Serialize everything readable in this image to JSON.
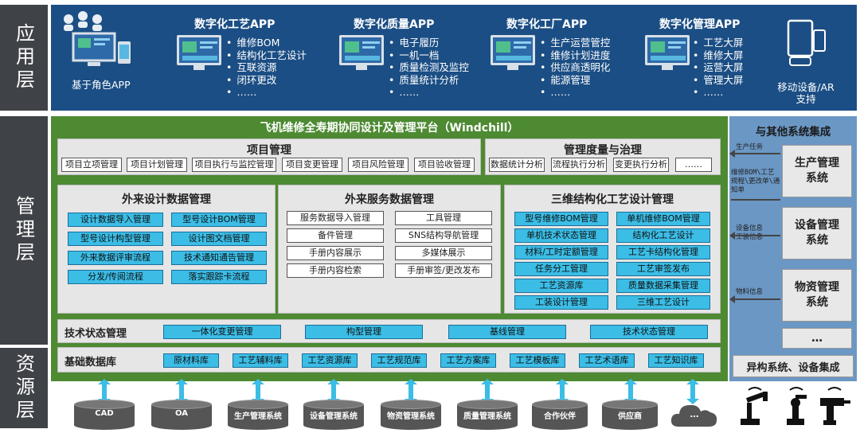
{
  "layers": {
    "app": "应用层",
    "mgmt": "管理层",
    "res": "资源层"
  },
  "apps": [
    {
      "title": "数字化工艺APP",
      "items": [
        "维修BOM",
        "结构化工艺设计",
        "互联资源",
        "闭环更改",
        "……"
      ]
    },
    {
      "title": "数字化质量APP",
      "items": [
        "电子履历",
        "一机一档",
        "质量检测及监控",
        "质量统计分析",
        "……"
      ]
    },
    {
      "title": "数字化工厂APP",
      "items": [
        "生产运营管控",
        "维修计划进度",
        "供应商透明化",
        "能源管理",
        "……"
      ]
    },
    {
      "title": "数字化管理APP",
      "items": [
        "工艺大屏",
        "维修大屏",
        "运营大屏",
        "管理大屏",
        "……"
      ]
    }
  ],
  "role_app": "基于角色APP",
  "mobile": "移动设备/AR\n支持",
  "platform_title": "飞机维修全寿期协同设计及管理平台（Windchill）",
  "project": {
    "title": "项目管理",
    "items": [
      "项目立项管理",
      "项目计划管理",
      "项目执行与监控管理",
      "项目变更管理",
      "项目风险管理",
      "项目验收管理"
    ]
  },
  "governance": {
    "title": "管理度量与治理",
    "items": [
      "数据统计分析",
      "流程执行分析",
      "变更执行分析",
      "……"
    ]
  },
  "ext_design": {
    "title": "外来设计数据管理",
    "items": [
      "设计数据导入管理",
      "型号设计BOM管理",
      "型号设计构型管理",
      "设计图文档管理",
      "外来数据评审流程",
      "技术通知通告管理",
      "分发/传阅流程",
      "落实跟踪卡流程"
    ]
  },
  "ext_service": {
    "title": "外来服务数据管理",
    "items": [
      "服务数据导入管理",
      "工具管理",
      "备件管理",
      "SNS结构导航管理",
      "手册内容展示",
      "多媒体展示",
      "手册内容检索",
      "手册审签/更改发布"
    ]
  },
  "process3d": {
    "title": "三维结构化工艺设计管理",
    "items": [
      "型号维修BOM管理",
      "单机维修BOM管理",
      "单机技术状态管理",
      "结构化工艺设计",
      "材料/工时定额管理",
      "工艺卡结构化管理",
      "任务分工管理",
      "工艺审签发布",
      "工艺资源库",
      "质量数据采集管理",
      "工装设计管理",
      "三维工艺设计"
    ]
  },
  "tech_state": {
    "label": "技术状态管理",
    "items": [
      "一体化变更管理",
      "构型管理",
      "基线管理",
      "技术状态管理"
    ]
  },
  "base_db": {
    "label": "基础数据库",
    "items": [
      "原材料库",
      "工艺辅料库",
      "工艺资源库",
      "工艺规范库",
      "工艺方案库",
      "工艺模板库",
      "工艺术语库",
      "工艺知识库"
    ]
  },
  "integration": {
    "title": "与其他系统集成",
    "systems": [
      "生产管理系统",
      "设备管理系统",
      "物资管理系统",
      "…"
    ],
    "flows": [
      "生产任务",
      "维修BOM\\工艺规程\\更改单\\通知单",
      "设备信息\n工装信息",
      "物料信息"
    ],
    "footer": "异构系统、设备集成"
  },
  "resources": [
    "CAD",
    "OA",
    "生产管理系统",
    "设备管理系统",
    "物资管理系统",
    "质量管理系统",
    "合作伙伴",
    "供应商",
    "…"
  ],
  "colors": {
    "app_bg": "#1b4e84",
    "mgmt_bg": "#4d8a32",
    "cyan": "#3bbde6",
    "side": "#3f4347",
    "right_bg": "#6b97c4"
  }
}
